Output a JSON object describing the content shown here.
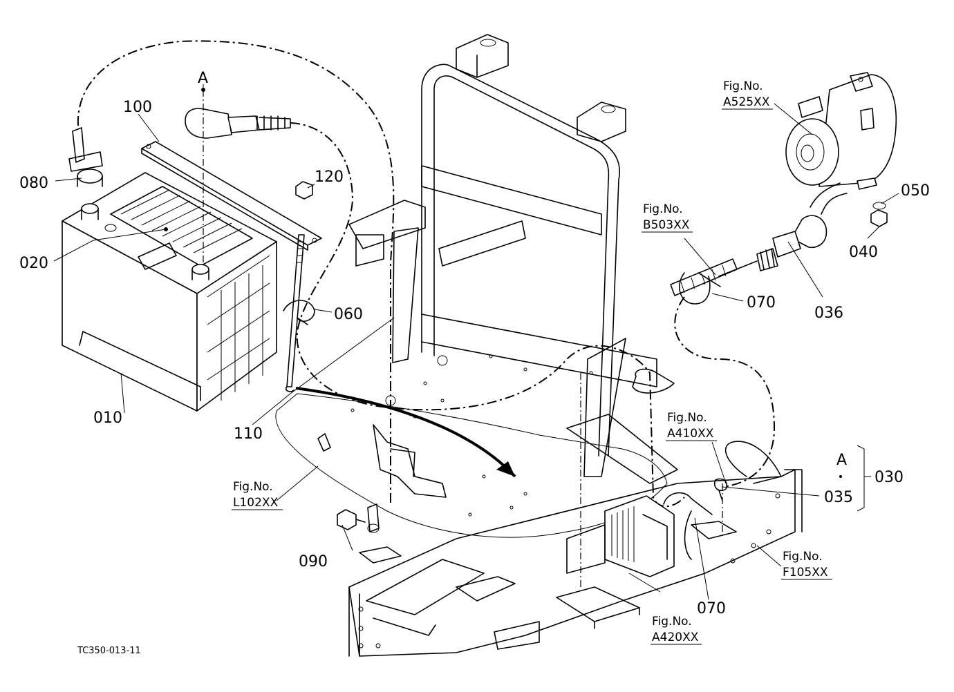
{
  "drawing_code": "TC350-013-11",
  "view_marker": "A",
  "parts": [
    {
      "id": "p010",
      "num": "010"
    },
    {
      "id": "p020",
      "num": "020"
    },
    {
      "id": "p030",
      "num": "030"
    },
    {
      "id": "p035",
      "num": "035"
    },
    {
      "id": "p036",
      "num": "036"
    },
    {
      "id": "p040",
      "num": "040"
    },
    {
      "id": "p050",
      "num": "050"
    },
    {
      "id": "p060",
      "num": "060"
    },
    {
      "id": "p070a",
      "num": "070"
    },
    {
      "id": "p070b",
      "num": "070"
    },
    {
      "id": "p080",
      "num": "080"
    },
    {
      "id": "p090",
      "num": "090"
    },
    {
      "id": "p100",
      "num": "100"
    },
    {
      "id": "p110",
      "num": "110"
    },
    {
      "id": "p120",
      "num": "120"
    }
  ],
  "figure_refs": [
    {
      "id": "fA525",
      "prefix": "Fig.No.",
      "code": "A525XX"
    },
    {
      "id": "fB503",
      "prefix": "Fig.No.",
      "code": "B503XX"
    },
    {
      "id": "fA410",
      "prefix": "Fig.No.",
      "code": "A410XX"
    },
    {
      "id": "fL102",
      "prefix": "Fig.No.",
      "code": "L102XX"
    },
    {
      "id": "fF105",
      "prefix": "Fig.No.",
      "code": "F105XX"
    },
    {
      "id": "fA420",
      "prefix": "Fig.No.",
      "code": "A420XX"
    }
  ]
}
